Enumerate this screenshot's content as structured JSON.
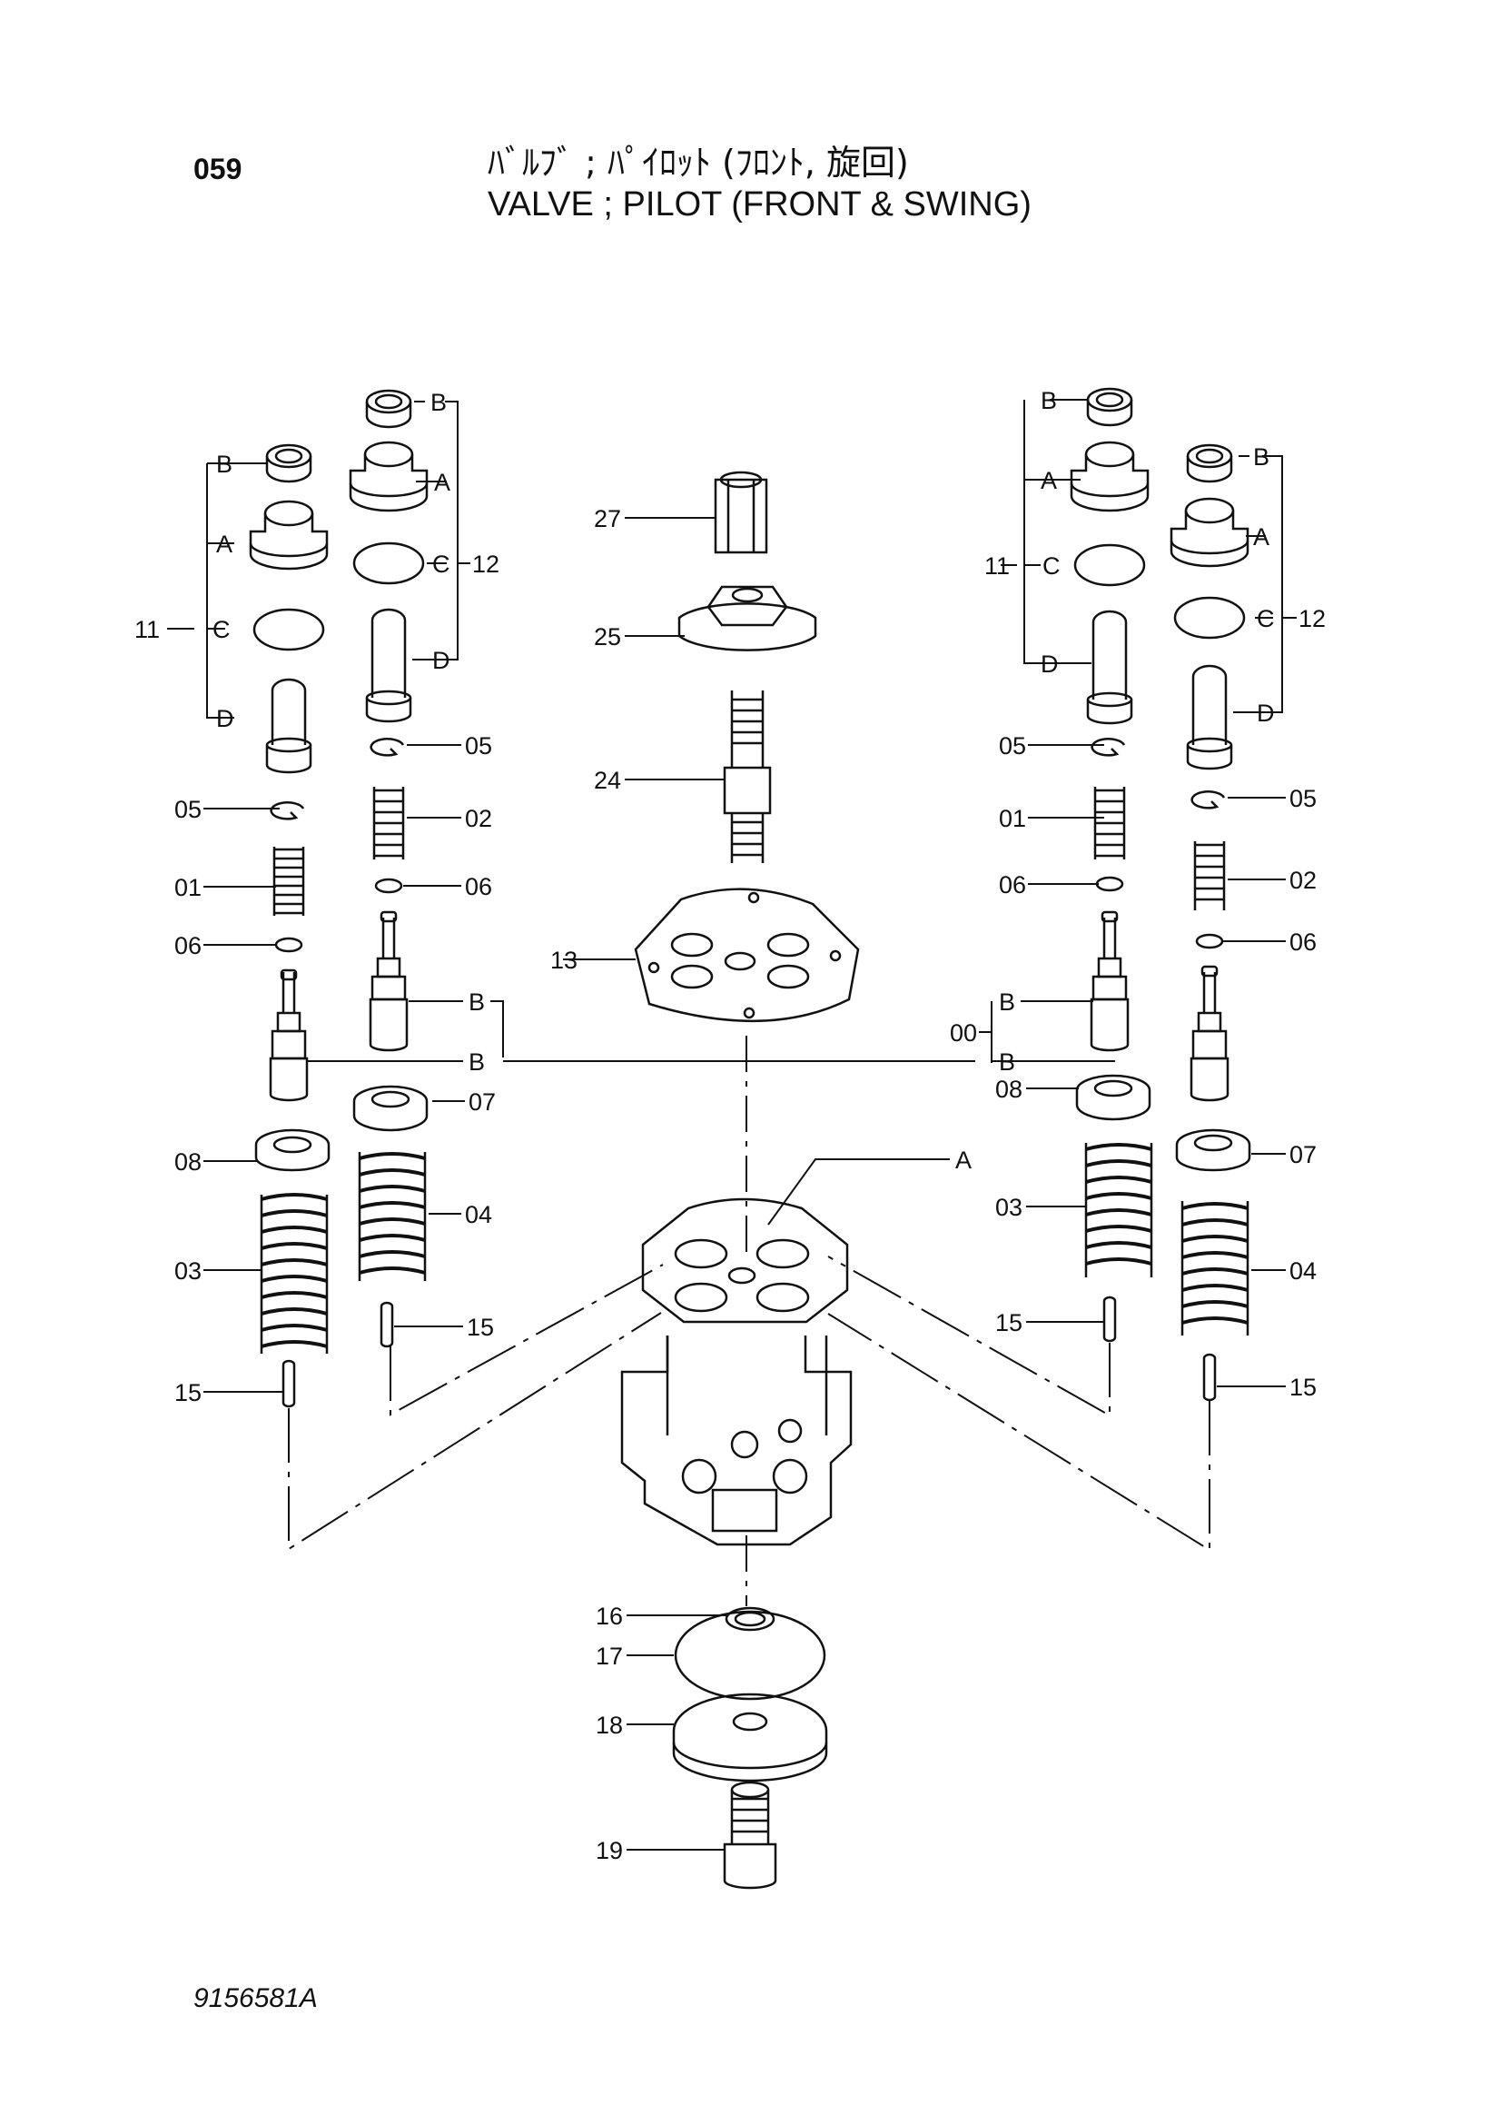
{
  "header": {
    "page_number": "059",
    "title_jp": "ﾊﾞﾙﾌﾞ ; ﾊﾟｲﾛｯﾄ (ﾌﾛﾝﾄ, 旋回)",
    "title_en": "VALVE ; PILOT (FRONT & SWING)"
  },
  "footer": {
    "doc_id": "9156581A"
  },
  "labels": {
    "l_B1": "B",
    "l_A1": "A",
    "l_C1": "C",
    "l_11": "11",
    "l_D1": "D",
    "l_05a": "05",
    "l_01a": "01",
    "l_06a": "06",
    "l_08a": "08",
    "l_03a": "03",
    "l_15a": "15",
    "l_B2": "B",
    "l_A2": "A",
    "l_C2": "C",
    "l_12a": "12",
    "l_D2": "D",
    "l_05b": "05",
    "l_02a": "02",
    "l_06b": "06",
    "l_Bb1": "B",
    "l_Bb2": "B",
    "l_07a": "07",
    "l_04a": "04",
    "l_15b": "15",
    "l_27": "27",
    "l_25": "25",
    "l_24": "24",
    "l_13": "13",
    "l_16": "16",
    "l_17": "17",
    "l_18": "18",
    "l_19": "19",
    "l_B3": "B",
    "l_A3": "A",
    "l_11b": "11",
    "l_C3": "C",
    "l_D3": "D",
    "l_05c": "05",
    "l_01b": "01",
    "l_06c": "06",
    "l_00": "00",
    "l_Bb3": "B",
    "l_Bb4": "B",
    "l_08b": "08",
    "l_Acent": "A",
    "l_03b": "03",
    "l_15c": "15",
    "l_B4": "B",
    "l_A4": "A",
    "l_C4": "C",
    "l_12b": "12",
    "l_D4": "D",
    "l_05d": "05",
    "l_02b": "02",
    "l_06d": "06",
    "l_07b": "07",
    "l_04b": "04",
    "l_15d": "15"
  }
}
